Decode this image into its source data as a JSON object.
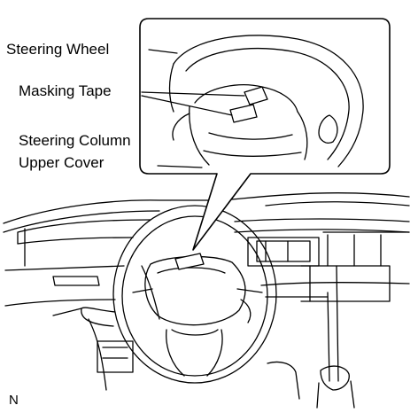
{
  "labels": {
    "steering_wheel": "Steering Wheel",
    "masking_tape": "Masking Tape",
    "column_cover_line1": "Steering Column",
    "column_cover_line2": "Upper Cover"
  },
  "figure_ref": "N",
  "colors": {
    "ink": "#000000",
    "paper": "#ffffff",
    "tape": "#ffffff"
  }
}
